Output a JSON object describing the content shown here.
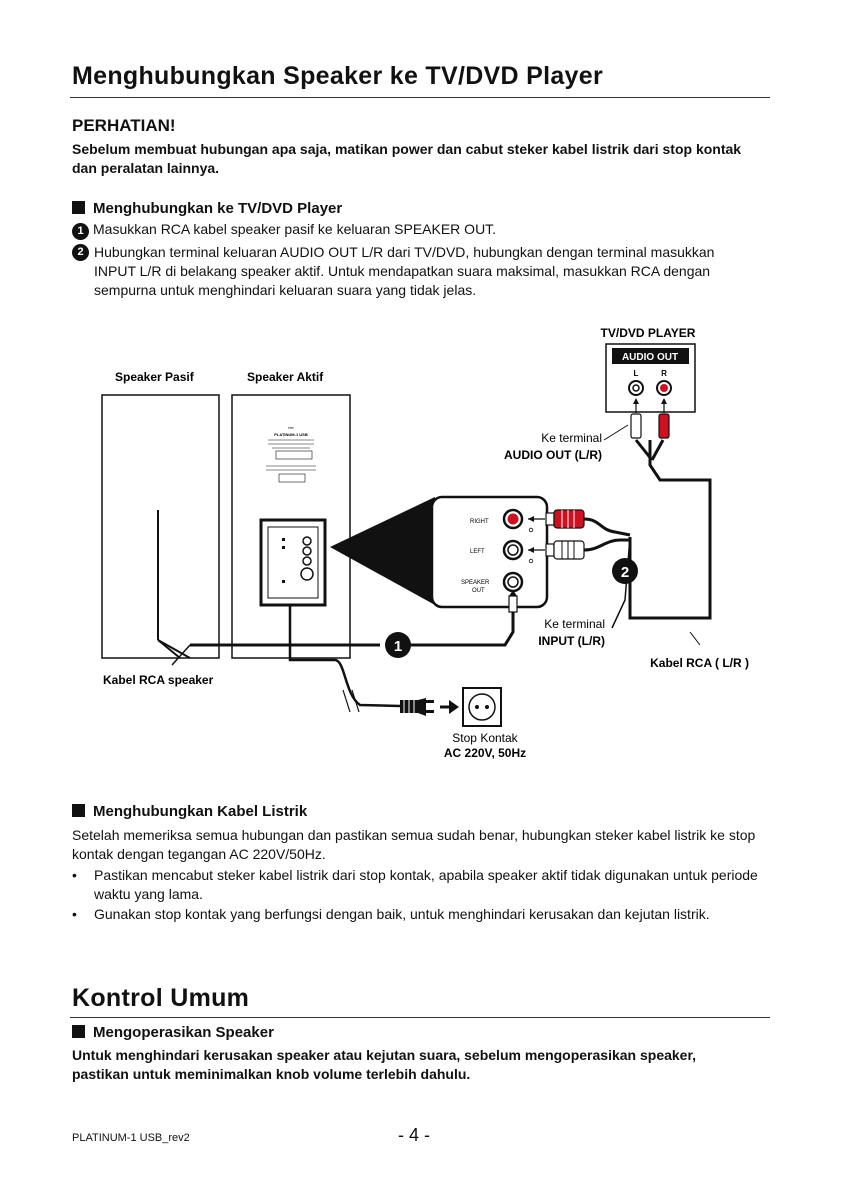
{
  "page_title": "Menghubungkan Speaker ke TV/DVD Player",
  "warning": {
    "title": "PERHATIAN!",
    "text": "Sebelum membuat hubungan apa saja, matikan power dan cabut steker kabel listrik dari stop kontak dan peralatan lainnya."
  },
  "section_tv": {
    "heading": "Menghubungkan ke TV/DVD Player",
    "steps": [
      {
        "number": "1",
        "text": "Masukkan RCA kabel speaker pasif ke keluaran SPEAKER OUT."
      },
      {
        "number": "2",
        "text": "Hubungkan terminal keluaran AUDIO OUT L/R dari TV/DVD, hubungkan dengan terminal masukkan INPUT L/R di belakang speaker aktif. Untuk mendapatkan suara maksimal, masukkan RCA dengan sempurna untuk menghindari keluaran suara yang tidak jelas."
      }
    ]
  },
  "diagram": {
    "speaker_pasif": "Speaker Pasif",
    "speaker_aktif": "Speaker Aktif",
    "tv_player": "TV/DVD PLAYER",
    "audio_out": "AUDIO OUT",
    "l": "L",
    "r": "R",
    "ke_terminal_1": "Ke terminal",
    "audio_out_lr": "AUDIO OUT (L/R)",
    "right": "RIGHT",
    "left": "LEFT",
    "speaker": "SPEAKER",
    "out": "OUT",
    "ke_terminal_2": "Ke terminal",
    "input_lr": "INPUT (L/R)",
    "kabel_rca": "Kabel RCA ( L/R )",
    "kabel_rca_speaker": "Kabel RCA speaker",
    "stop_kontak": "Stop Kontak",
    "ac": "AC 220V, 50Hz",
    "badge_1": "1",
    "badge_2": "2"
  },
  "section_power": {
    "heading": "Menghubungkan Kabel Listrik",
    "intro": "Setelah memeriksa semua hubungan dan pastikan semua sudah benar, hubungkan steker kabel listrik ke stop kontak dengan tegangan AC 220V/50Hz.",
    "bullets": [
      "Pastikan mencabut steker kabel listrik dari stop kontak, apabila speaker aktif tidak digunakan untuk periode waktu yang lama.",
      "Gunakan stop kontak yang berfungsi dengan baik, untuk menghindari kerusakan dan kejutan listrik."
    ]
  },
  "control": {
    "title": "Kontrol Umum",
    "heading": "Mengoperasikan Speaker",
    "text": "Untuk menghindari kerusakan speaker atau kejutan suara, sebelum mengoperasikan speaker, pastikan untuk meminimalkan knob volume terlebih dahulu."
  },
  "footer": {
    "model": "PLATINUM-1 USB_rev2",
    "page": "- 4 -"
  }
}
